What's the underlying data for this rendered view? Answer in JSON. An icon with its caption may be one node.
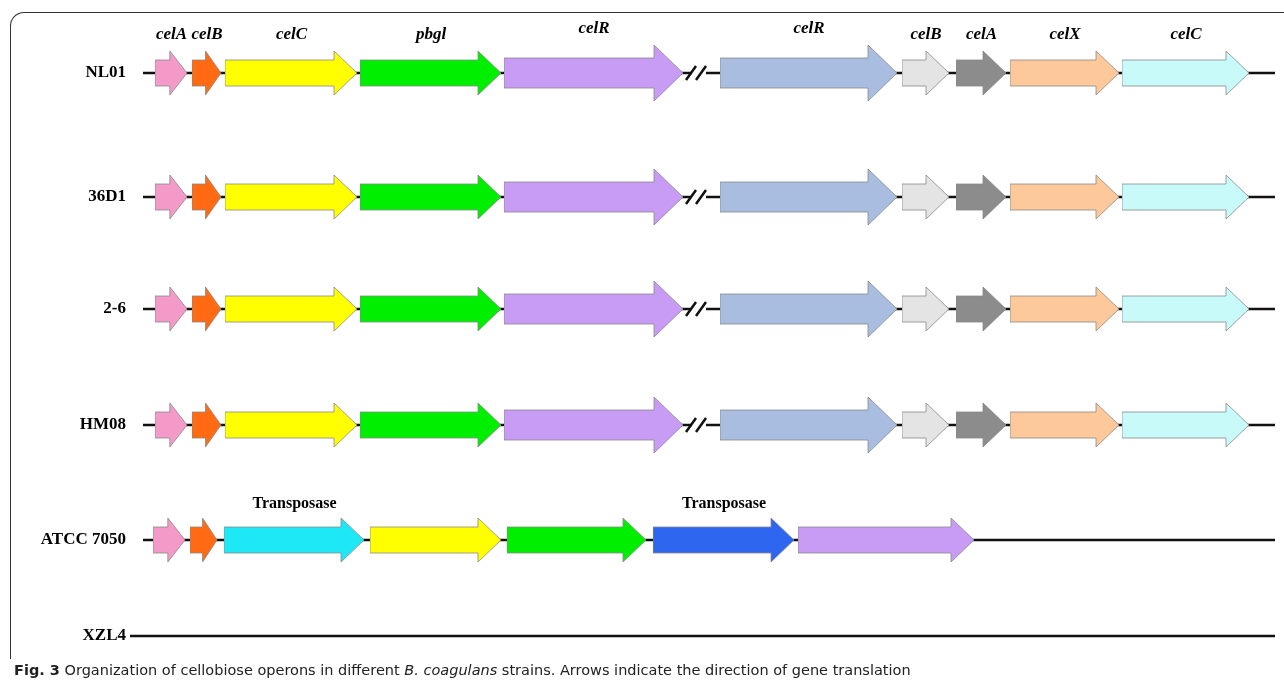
{
  "diagram": {
    "caption": "**Fig. 3** Organization of cellobiose operons in different *B. coagulans* strains. Arrows indicate the direction of gene translation",
    "nodes": [
      {
        "text": [
          "celA"
        ]
      },
      {
        "text": [
          "celB"
        ]
      },
      {
        "text": [
          "celC"
        ]
      },
      {
        "text": [
          "pbgl"
        ]
      },
      {
        "text": [
          "celR"
        ]
      },
      {
        "text": [
          "celR"
        ]
      },
      {
        "text": [
          "celB"
        ]
      },
      {
        "text": [
          "celA"
        ]
      },
      {
        "text": [
          "celX"
        ]
      },
      {
        "text": [
          "celC"
        ]
      },
      {
        "text": [],
        "shape": "arrow"
      },
      {
        "text": [],
        "shape": "arrow"
      },
      {
        "text": [],
        "shape": "arrow"
      },
      {
        "text": [],
        "shape": "arrow"
      },
      {
        "text": [],
        "shape": "arrow"
      },
      {
        "text": [],
        "shape": "arrow"
      },
      {
        "text": [],
        "shape": "arrow"
      },
      {
        "text": [],
        "shape": "arrow"
      },
      {
        "text": [],
        "shape": "arrow"
      },
      {
        "text": [],
        "shape": "arrow"
      },
      {
        "text": [],
        "shape": "arrow"
      },
      {
        "text": [],
        "shape": "arrow"
      },
      {
        "text": [],
        "shape": "arrow"
      },
      {
        "text": [],
        "shape": "arrow"
      },
      {
        "text": [],
        "shape": "arrow"
      },
      {
        "text": [],
        "shape": "arrow"
      },
      {
        "text": [],
        "shape": "arrow"
      },
      {
        "text": [],
        "shape": "arrow"
      },
      {
        "text": [],
        "shape": "arrow"
      },
      {
        "text": [],
        "shape": "arrow"
      },
      {
        "text": [],
        "shape": "arrow"
      },
      {
        "text": [],
        "shape": "arrow"
      },
      {
        "text": [],
        "shape": "arrow"
      },
      {
        "text": [],
        "shape": "arrow"
      },
      {
        "text": [],
        "shape": "arrow"
      },
      {
        "text": [],
        "shape": "arrow"
      },
      {
        "text": [],
        "shape": "arrow"
      },
      {
        "text": [],
        "shape": "arrow"
      },
      {
        "text": [],
        "shape": "arrow"
      },
      {
        "text": [],
        "shape": "arrow"
      },
      {
        "text": [],
        "shape": "arrow"
      },
      {
        "text": [],
        "shape": "arrow"
      },
      {
        "text": [
          "Transposase"
        ]
      },
      {
        "text": [],
        "shape": "arrow"
      },
      {
        "text": [],
        "shape": "arrow"
      },
      {
        "text": [
          "Transposase"
        ]
      },
      {
        "text": [],
        "shape": "arrow"
      }
    ],
    "labels": [
      "NL01",
      "36D1",
      "2-6",
      "HM08",
      "ATCC 7050",
      "XZL4"
    ]
  }
}
